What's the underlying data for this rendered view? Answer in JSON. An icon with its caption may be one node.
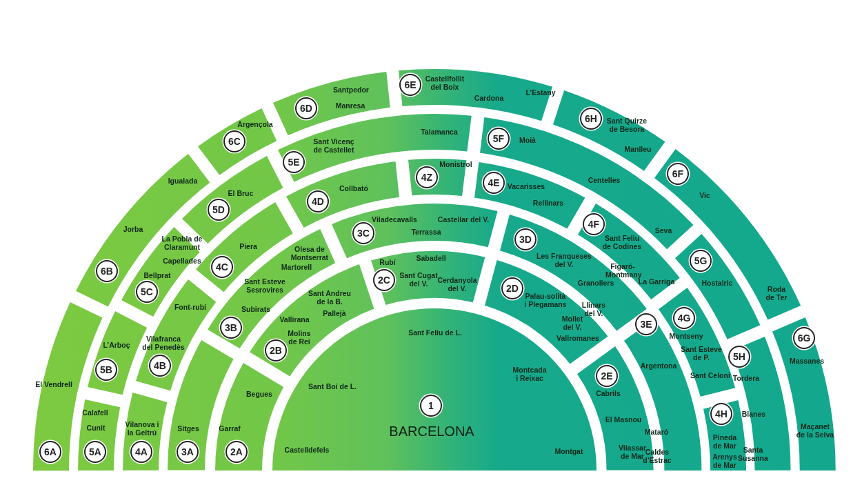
{
  "diagram": {
    "nodes": [
      {
        "text": [
          "Sant Feliu de L.",
          "Sant Boi de L.",
          "Montcada i Reixac",
          "BARCELONA",
          "Castelldefels",
          "Montgat"
        ]
      },
      {
        "text": [
          "1"
        ],
        "in": 0
      },
      {
        "text": [
          "Begues",
          "Garraf"
        ]
      },
      {
        "text": [
          "2A"
        ],
        "in": 2
      },
      {
        "text": [
          "Sant Andreu de la B.",
          "Pallejà",
          "Vallirana",
          "Molins de Rei"
        ]
      },
      {
        "text": [
          "2B"
        ],
        "in": 4
      },
      {
        "text": [
          "Rubí",
          "Sabadell",
          "Sant Cugat del V.",
          "Cerdanyola del V."
        ]
      },
      {
        "text": [
          "2C"
        ],
        "in": 6
      },
      {
        "text": [
          "Palau-solità i Plegamans",
          "Mollet del V.",
          "Vallromanes"
        ]
      },
      {
        "text": [
          "2D"
        ],
        "in": 8
      },
      {
        "text": [
          "Cabrils",
          "El Masnou",
          "Vilassar de Mar"
        ]
      },
      {
        "text": [
          "2E"
        ],
        "in": 10
      },
      {
        "text": [
          "Sitges"
        ]
      },
      {
        "text": [
          "3A"
        ],
        "in": 12
      },
      {
        "text": [
          "Olesa de Montserrat",
          "Martorell",
          "Sant Esteve Sesrovires",
          "Subirats"
        ]
      },
      {
        "text": [
          "3B"
        ],
        "in": 14
      },
      {
        "text": [
          "Viladecavalls",
          "Castellar del V.",
          "Terrassa"
        ]
      },
      {
        "text": [
          "3C"
        ],
        "in": 16
      },
      {
        "text": [
          "Les Franqueses del V.",
          "Granollers",
          "Llinars del V."
        ]
      },
      {
        "text": [
          "3D"
        ],
        "in": 18
      },
      {
        "text": [
          "Argentona",
          "Mataró",
          "Caldes d’Estrac"
        ]
      },
      {
        "text": [
          "3E"
        ],
        "in": 20
      },
      {
        "text": [
          "Vilanova i la Geltrú"
        ]
      },
      {
        "text": [
          "4A"
        ],
        "in": 22
      },
      {
        "text": [
          "Font-rubí",
          "Vilafranca del Penedès"
        ]
      },
      {
        "text": [
          "4B"
        ],
        "in": 24
      },
      {
        "text": [
          "Piera"
        ]
      },
      {
        "text": [
          "4C"
        ],
        "in": 26
      },
      {
        "text": [
          "Collbató"
        ]
      },
      {
        "text": [
          "4D"
        ],
        "in": 28
      },
      {
        "text": [
          "Monistrol"
        ]
      },
      {
        "text": [
          "4Z"
        ],
        "in": 30
      },
      {
        "text": [
          "Vacarisses",
          "Rellinars"
        ]
      },
      {
        "text": [
          "4E"
        ],
        "in": 32
      },
      {
        "text": [
          "Sant Feliu de Codines",
          "Figaró-Montmany",
          "La Garriga"
        ]
      },
      {
        "text": [
          "4F"
        ],
        "in": 34
      },
      {
        "text": [
          "Montseny",
          "Sant Esteve de P.",
          "Sant Celoni"
        ]
      },
      {
        "text": [
          "4G"
        ],
        "in": 36
      },
      {
        "text": [
          "Pineda de Mar",
          "Arenys de Mar"
        ]
      },
      {
        "text": [
          "4H"
        ],
        "in": 38
      },
      {
        "text": [
          "Calafell",
          "Cunit"
        ]
      },
      {
        "text": [
          "5A"
        ],
        "in": 40
      },
      {
        "text": [
          "L’Arboç"
        ]
      },
      {
        "text": [
          "5B"
        ],
        "in": 42
      },
      {
        "text": [
          "La Pobla de Claramunt",
          "Capellades",
          "Bellprat"
        ]
      },
      {
        "text": [
          "5C"
        ],
        "in": 44
      },
      {
        "text": [
          "El Bruc"
        ]
      },
      {
        "text": [
          "5D"
        ],
        "in": 46
      },
      {
        "text": [
          "Sant Vicenç de Castellet",
          "Talamanca"
        ]
      },
      {
        "text": [
          "5E"
        ],
        "in": 48
      },
      {
        "text": [
          "Moià",
          "Centelles",
          "Seva"
        ]
      },
      {
        "text": [
          "5F"
        ],
        "in": 50
      },
      {
        "text": [
          "Hostalric"
        ]
      },
      {
        "text": [
          "5G"
        ],
        "in": 52
      },
      {
        "text": [
          "Tordera",
          "Blanes",
          "Santa Susanna"
        ]
      },
      {
        "text": [
          "5H"
        ],
        "in": 54
      },
      {
        "text": [
          "El Vendrell"
        ]
      },
      {
        "text": [
          "6A"
        ],
        "in": 56
      },
      {
        "text": [
          "Igualada",
          "Jorba"
        ]
      },
      {
        "text": [
          "6B"
        ],
        "in": 58
      },
      {
        "text": [
          "Argençola"
        ]
      },
      {
        "text": [
          "6C"
        ],
        "in": 60
      },
      {
        "text": [
          "Santpedor",
          "Manresa"
        ]
      },
      {
        "text": [
          "6D"
        ],
        "in": 62
      },
      {
        "text": [
          "Castellfollit del Boix",
          "L’Estany",
          "Cardona"
        ]
      },
      {
        "text": [
          "6E"
        ],
        "in": 64
      },
      {
        "text": [
          "Sant Quirze de Besora",
          "Manlleu"
        ]
      },
      {
        "text": [
          "6H"
        ],
        "in": 66
      },
      {
        "text": [
          "Vic",
          "Roda de Ter"
        ]
      },
      {
        "text": [
          "6F"
        ],
        "in": 68
      },
      {
        "text": [
          "Massanes",
          "Maçanet de la Selva"
        ]
      },
      {
        "text": [
          "6G"
        ],
        "in": 70
      }
    ]
  }
}
